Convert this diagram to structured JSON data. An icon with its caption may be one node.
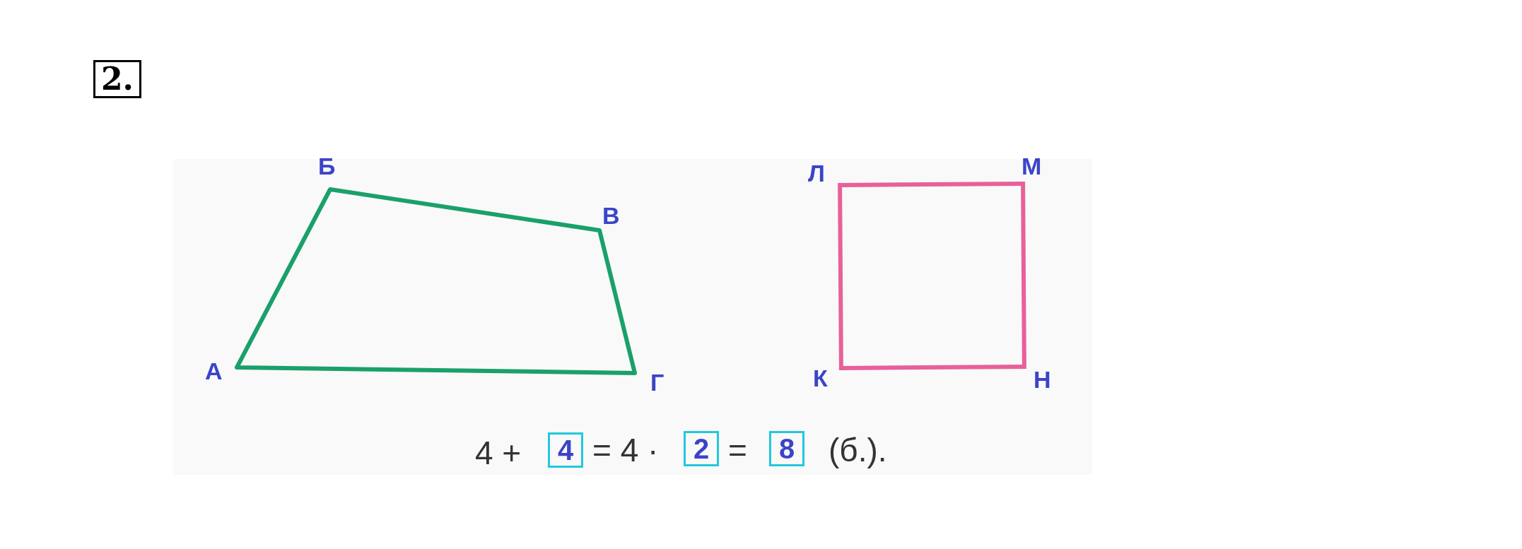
{
  "diagram": {
    "nodes": [
      {
        "text": [
          "4"
        ]
      },
      {
        "text": [
          "2"
        ]
      },
      {
        "text": [
          "8"
        ]
      }
    ],
    "labels": [
      "2.",
      "Б",
      "Л",
      "М",
      "В",
      "А",
      "Г",
      "К",
      "Н",
      "4 +",
      "= 4 ·",
      "=",
      "(б.)."
    ]
  }
}
